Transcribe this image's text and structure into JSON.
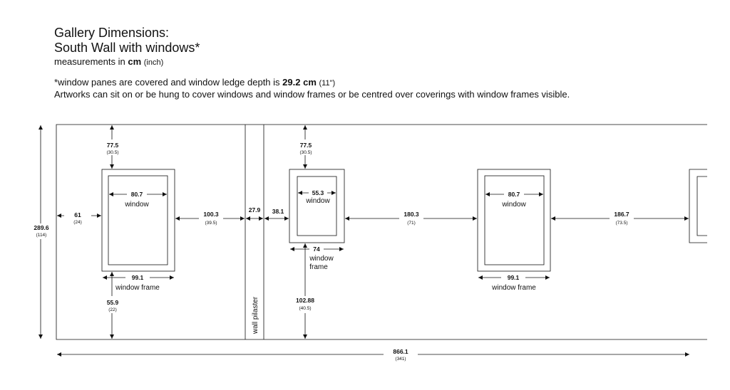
{
  "header": {
    "title_line1": "Gallery Dimensions:",
    "title_line2": "South Wall with windows*",
    "units_prefix": "measurements in",
    "units_bold": "cm",
    "units_suffix": "(inch)",
    "note1_prefix": "*window panes are covered and window ledge depth is",
    "note1_bold": "29.2 cm",
    "note1_suffix": "(11\")",
    "note2": "Artworks can sit on or be hung to cover windows and window frames or be centred over coverings with window frames visible."
  },
  "diagram": {
    "wall_height": "289.6",
    "wall_height_in": "(114)",
    "total_width": "866.1",
    "total_width_in": "(341)",
    "pilaster_label": "wall pilaster",
    "w1": {
      "top": "77.5",
      "top_in": "(30.5)",
      "left": "61",
      "left_in": "(24)",
      "pane": "80.7",
      "pane_label": "window",
      "frame": "99.1",
      "frame_label": "window frame",
      "bottom": "55.9",
      "bottom_in": "(22)"
    },
    "gap1": "100.3",
    "gap1_in": "(39.5)",
    "pilaster_width": "27.9",
    "gap2": "38.1",
    "w2": {
      "top": "77.5",
      "top_in": "(30.5)",
      "pane": "55.3",
      "pane_label": "window",
      "frame": "74",
      "frame_label_1": "window",
      "frame_label_2": "frame",
      "bottom": "102.88",
      "bottom_in": "(40.5)"
    },
    "gap3": "180.3",
    "gap3_in": "(71)",
    "w3": {
      "pane": "80.7",
      "pane_label": "window",
      "frame": "99.1",
      "frame_label": "window frame"
    },
    "gap4": "186.7",
    "gap4_in": "(73.5)"
  }
}
